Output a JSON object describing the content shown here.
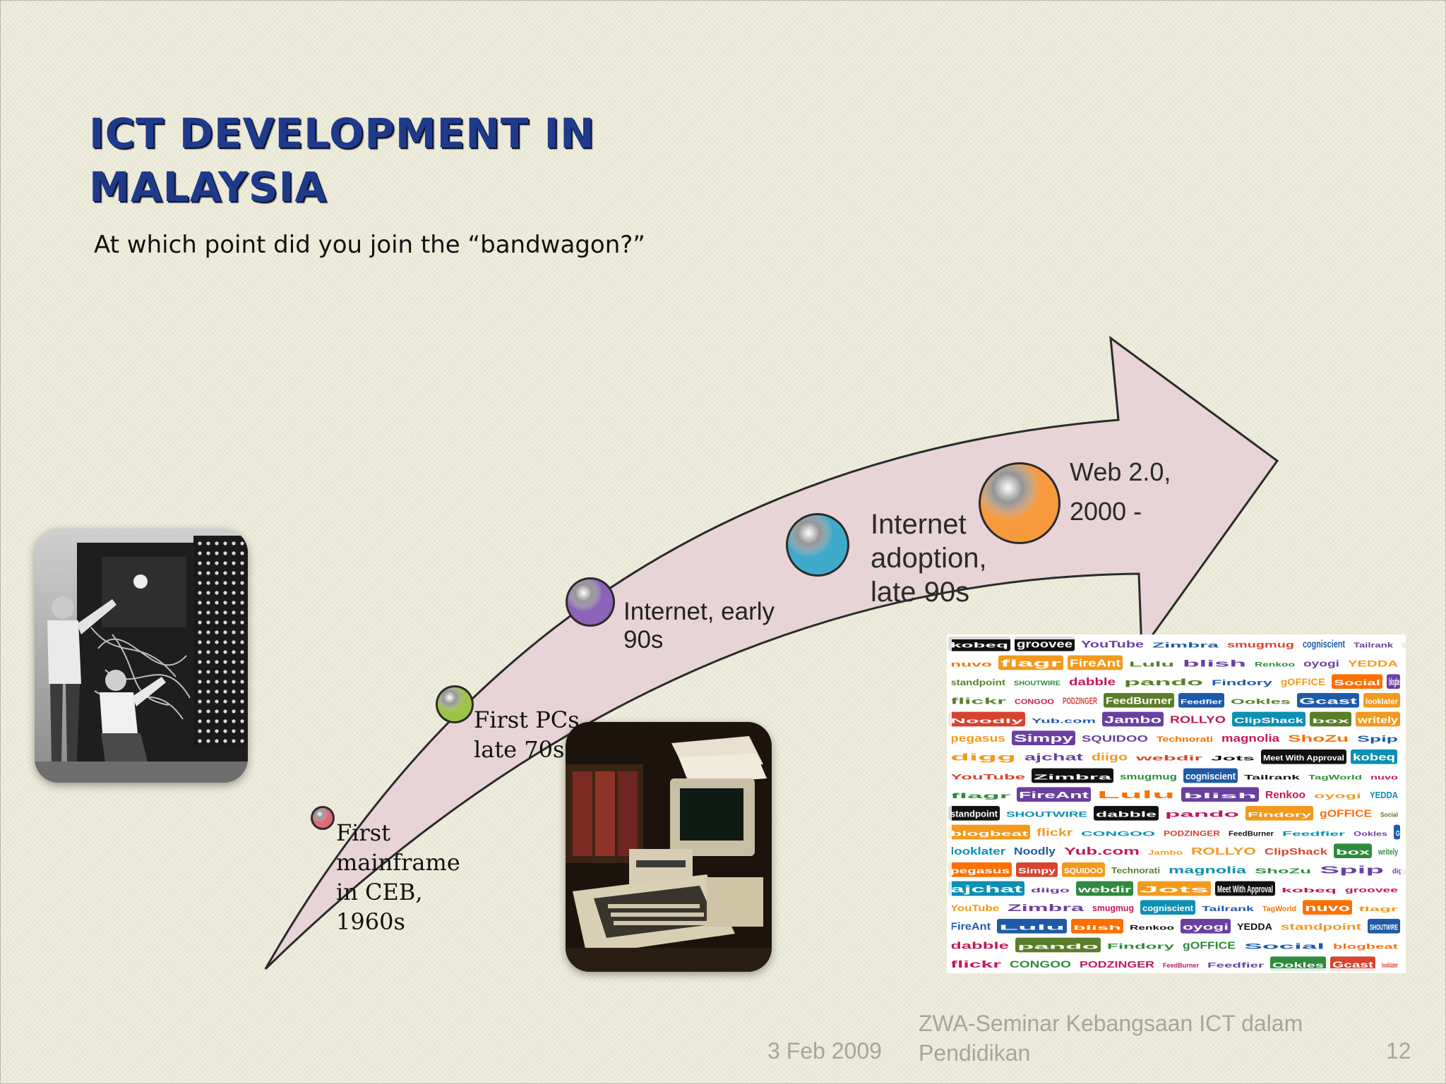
{
  "slide": {
    "title_line1": "ICT DEVELOPMENT IN",
    "title_line2": "MALAYSIA",
    "subtitle": "At which point did you join the “bandwagon?”"
  },
  "timeline": {
    "milestones": [
      {
        "lines": [
          "First",
          "mainframe",
          "in CEB,",
          "1960s"
        ],
        "color": "#e06a76"
      },
      {
        "lines": [
          "First PCs,",
          "late 70s"
        ],
        "color": "#9dc449"
      },
      {
        "lines": [
          "Internet, early",
          "90s"
        ],
        "color": "#8c63b8"
      },
      {
        "lines": [
          "Internet",
          "adoption,",
          "late 90s"
        ],
        "color": "#3fa9c9"
      },
      {
        "lines": [
          "Web 2.0,",
          "2000 -"
        ],
        "color": "#f79a3e"
      }
    ],
    "arrow_fill": "#e8d3d6"
  },
  "images": {
    "mainframe_photo": "photo of first mainframe computer with operators",
    "pc_photo": "photo of early personal computer",
    "web20_collage": "collage of Web 2.0 logos"
  },
  "web20_logos": [
    "kobeq",
    "groovee",
    "YouTube",
    "Zimbra",
    "smugmug",
    "cogniscient",
    "Tailrank",
    "TagWorld",
    "nuvo",
    "flagr",
    "FireAnt",
    "Lulu",
    "blish",
    "Renkoo",
    "oyogi",
    "YEDDA",
    "standpoint",
    "SHOUTWIRE",
    "dabble",
    "pando",
    "Findory",
    "gOFFICE",
    "Social",
    "blogbeat",
    "flickr",
    "CONGOO",
    "PODZINGER",
    "FeedBurner",
    "Feedfier",
    "Ookles",
    "Gcast",
    "looklater",
    "Noodly",
    "Yub.com",
    "Jambo",
    "ROLLYO",
    "ClipShack",
    "box",
    "writely",
    "pegasus",
    "Simpy",
    "SQUIDOO",
    "Technorati",
    "magnolia",
    "ShoZu",
    "Spip",
    "digg",
    "ajchat",
    "diigo",
    "webdir",
    "Jots",
    "Meet With Approval"
  ],
  "footer": {
    "date": "3 Feb 2009",
    "event_line1": "ZWA-Seminar Kebangsaan ICT dalam",
    "event_line2": "Pendidikan",
    "page": "12"
  }
}
